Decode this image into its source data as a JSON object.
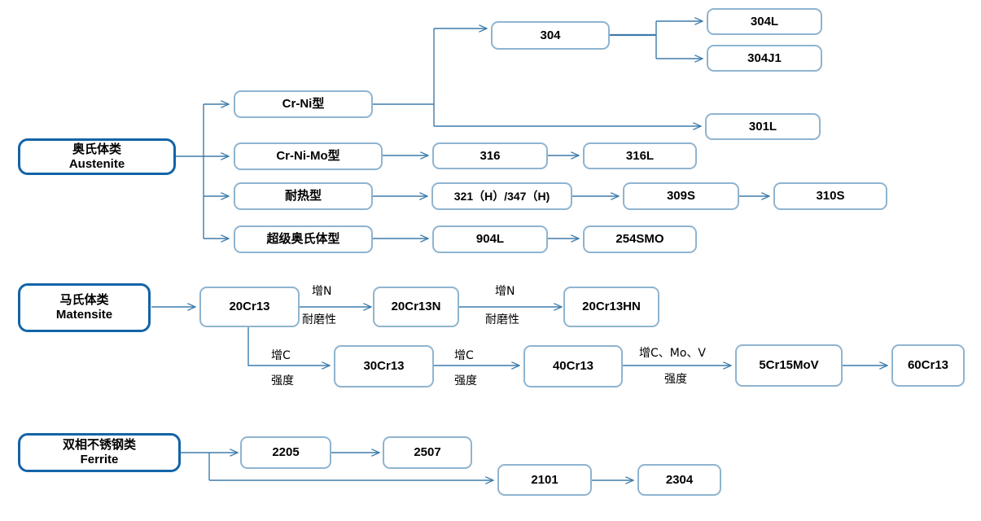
{
  "diagram": {
    "title": "Stainless steel grade family tree",
    "colors": {
      "node_border": "#8FB4D0",
      "root_border": "#1264A8",
      "connector": "#3E7CAB",
      "background": "#FFFFFF",
      "text": "#000000"
    }
  },
  "groups": [
    {
      "id": "austenite",
      "root": {
        "line1": "奥氏体类",
        "line2": "Austenite"
      },
      "branches": [
        {
          "label": "Cr-Ni型",
          "children": [
            {
              "label": "304",
              "children": [
                {
                  "label": "304L"
                },
                {
                  "label": "304J1"
                }
              ]
            },
            {
              "label": "301L"
            }
          ]
        },
        {
          "label": "Cr-Ni-Mo型",
          "children": [
            {
              "label": "316"
            },
            {
              "label": "316L"
            }
          ]
        },
        {
          "label": "耐热型",
          "children": [
            {
              "label": "321（H）/347（H)"
            },
            {
              "label": "309S"
            },
            {
              "label": "310S"
            }
          ]
        },
        {
          "label": "超级奥氏体型",
          "children": [
            {
              "label": "904L"
            },
            {
              "label": "254SMO"
            }
          ]
        }
      ]
    },
    {
      "id": "martensite",
      "root": {
        "line1": "马氏体类",
        "line2": "Matensite"
      },
      "nodes": [
        {
          "label": "20Cr13"
        },
        {
          "label": "20Cr13N"
        },
        {
          "label": "20Cr13HN"
        },
        {
          "label": "30Cr13"
        },
        {
          "label": "40Cr13"
        },
        {
          "label": "5Cr15MoV"
        },
        {
          "label": "60Cr13"
        }
      ],
      "edge_labels": [
        {
          "top": "增N",
          "bottom": "耐磨性"
        },
        {
          "top": "增N",
          "bottom": "耐磨性"
        },
        {
          "top": "增C",
          "bottom": "强度"
        },
        {
          "top": "增C",
          "bottom": "强度"
        },
        {
          "top": "增C、Mo、V",
          "bottom": "强度"
        }
      ]
    },
    {
      "id": "ferrite",
      "root": {
        "line1": "双相不锈钢类",
        "line2": "Ferrite"
      },
      "rows": [
        [
          {
            "label": "2205"
          },
          {
            "label": "2507"
          }
        ],
        [
          {
            "label": "2101"
          },
          {
            "label": "2304"
          }
        ]
      ]
    }
  ]
}
